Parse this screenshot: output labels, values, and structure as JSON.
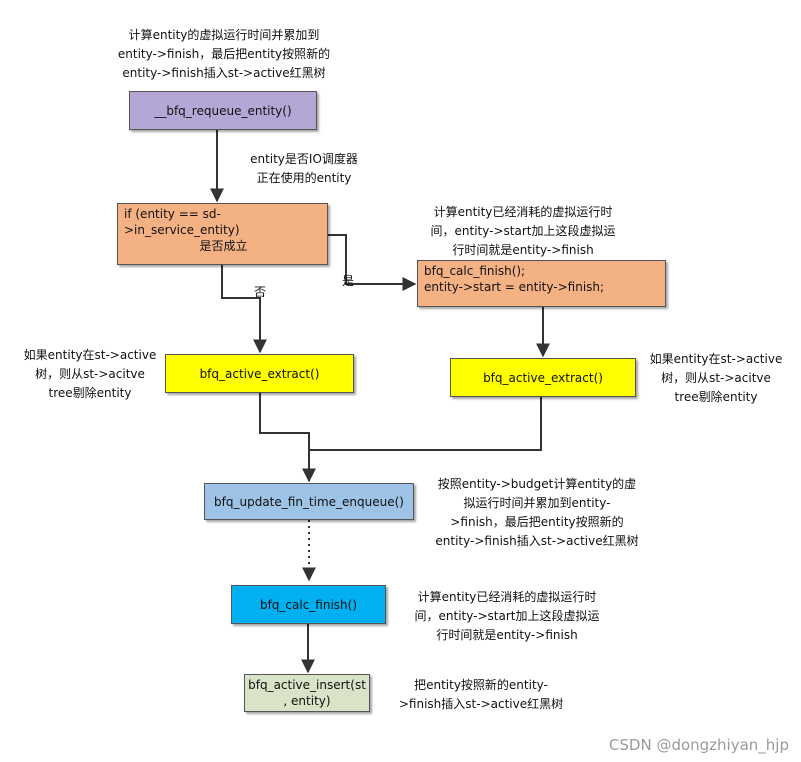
{
  "nodes": {
    "requeue": {
      "lines": [
        "__bfq_requeue_entity()"
      ],
      "fill": "#b4a7d6"
    },
    "condition": {
      "lines": [
        "if (entity == sd->in_service_entity)",
        "是否成立"
      ],
      "fill": "#f4b183"
    },
    "calc_start": {
      "lines": [
        "bfq_calc_finish();",
        "entity->start = entity->finish;"
      ],
      "fill": "#f4b183"
    },
    "extract_left": {
      "lines": [
        "bfq_active_extract()"
      ],
      "fill": "#ffff00"
    },
    "extract_right": {
      "lines": [
        "bfq_active_extract()"
      ],
      "fill": "#ffff00"
    },
    "update_fin": {
      "lines": [
        "bfq_update_fin_time_enqueue()"
      ],
      "fill": "#9dc3e6"
    },
    "calc_finish": {
      "lines": [
        "bfq_calc_finish()"
      ],
      "fill": "#00b0f0"
    },
    "active_insert": {
      "lines": [
        "bfq_active_insert(st",
        ", entity)"
      ],
      "fill": "#d9e3c7"
    }
  },
  "notes": {
    "top": [
      "计算entity的虚拟运行时间并累加到",
      "entity->finish，最后把entity按照新的",
      "entity->finish插入st->active红黑树"
    ],
    "in_service": [
      "entity是否IO调度器",
      "正在使用的entity"
    ],
    "consumed_top": [
      "计算entity已经消耗的虚拟运行时",
      "间，entity->start加上这段虚拟运",
      "行时间就是entity->finish"
    ],
    "remove_left": [
      "如果entity在st->active",
      "树，则从st->acitve",
      "tree剔除entity"
    ],
    "remove_right": [
      "如果entity在st->active",
      "树，则从st->acitve",
      "tree剔除entity"
    ],
    "budget": [
      "按照entity->budget计算entity的虚",
      "拟运行时间并累加到entity-",
      ">finish，最后把entity按照新的",
      "entity->finish插入st->active红黑树"
    ],
    "consumed_bottom": [
      "计算entity已经消耗的虚拟运行时",
      "间，entity->start加上这段虚拟运",
      "行时间就是entity->finish"
    ],
    "insert": [
      "把entity按照新的entity-",
      ">finish插入st->active红黑树"
    ]
  },
  "edge_labels": {
    "no": "否",
    "yes": "是"
  },
  "watermark": "CSDN @dongzhiyan_hjp"
}
